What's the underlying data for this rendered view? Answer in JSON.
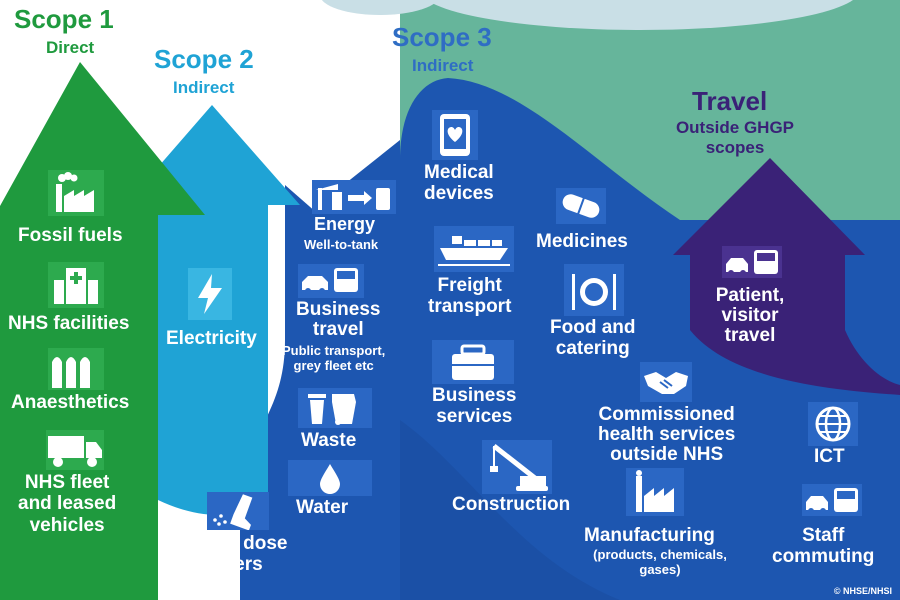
{
  "colors": {
    "scope1": "#1f9a3e",
    "scope2": "#1fa3d5",
    "scope3": "#1d56b0",
    "travel": "#3a2277",
    "background_right": "#66b59b",
    "title_scope2": "#1fa3d5",
    "title_scope3": "#2f6dc4"
  },
  "scope1": {
    "title": "Scope 1",
    "subtitle": "Direct",
    "items": [
      {
        "label": "Fossil fuels",
        "icon": "factory-icon"
      },
      {
        "label": "NHS facilities",
        "icon": "hospital-icon"
      },
      {
        "label": "Anaesthetics",
        "icon": "gas-cylinders-icon"
      },
      {
        "label_lines": [
          "NHS fleet",
          "and leased",
          "vehicles"
        ],
        "icon": "truck-icon"
      }
    ]
  },
  "scope2": {
    "title": "Scope 2",
    "subtitle": "Indirect",
    "items": [
      {
        "label": "Electricity",
        "icon": "lightning-icon"
      }
    ]
  },
  "scope3": {
    "title": "Scope 3",
    "subtitle": "Indirect",
    "items": {
      "energy": {
        "label": "Energy",
        "detail": "Well-to-tank",
        "icon": "pump-to-fuel-icon"
      },
      "business_travel": {
        "label_lines": [
          "Business",
          "travel"
        ],
        "detail_lines": [
          "Public transport,",
          "grey fleet etc"
        ],
        "icon": "car-and-bus-icon"
      },
      "waste": {
        "label": "Waste",
        "icon": "bins-icon"
      },
      "water": {
        "label": "Water",
        "icon": "water-drop-icon"
      },
      "inhalers": {
        "label_lines": [
          "Metered dose",
          "inhalers"
        ],
        "icon": "inhaler-icon"
      },
      "medical_devices": {
        "label_lines": [
          "Medical",
          "devices"
        ],
        "icon": "tablet-heart-icon"
      },
      "freight": {
        "label_lines": [
          "Freight",
          "transport"
        ],
        "icon": "cargo-ship-icon"
      },
      "business_services": {
        "label_lines": [
          "Business",
          "services"
        ],
        "icon": "briefcase-icon"
      },
      "construction": {
        "label": "Construction",
        "icon": "crane-icon"
      },
      "medicines": {
        "label": "Medicines",
        "icon": "capsule-icon"
      },
      "food": {
        "label_lines": [
          "Food and",
          "catering"
        ],
        "icon": "plate-cutlery-icon"
      },
      "commissioned": {
        "label_lines": [
          "Commissioned",
          "health services",
          "outside NHS"
        ],
        "icon": "handshake-icon"
      },
      "manufacturing": {
        "label": "Manufacturing",
        "detail_lines": [
          "(products, chemicals,",
          "gases)"
        ],
        "icon": "factory-icon"
      },
      "ict": {
        "label": "ICT",
        "icon": "globe-icon"
      },
      "staff_commuting": {
        "label_lines": [
          "Staff",
          "commuting"
        ],
        "icon": "car-and-bus-icon"
      }
    }
  },
  "travel": {
    "title": "Travel",
    "subtitle_lines": [
      "Outside GHGP",
      "scopes"
    ],
    "items": [
      {
        "label_lines": [
          "Patient,",
          "visitor",
          "travel"
        ],
        "icon": "car-and-bus-icon"
      }
    ]
  },
  "credit": "© NHSE/NHSI"
}
